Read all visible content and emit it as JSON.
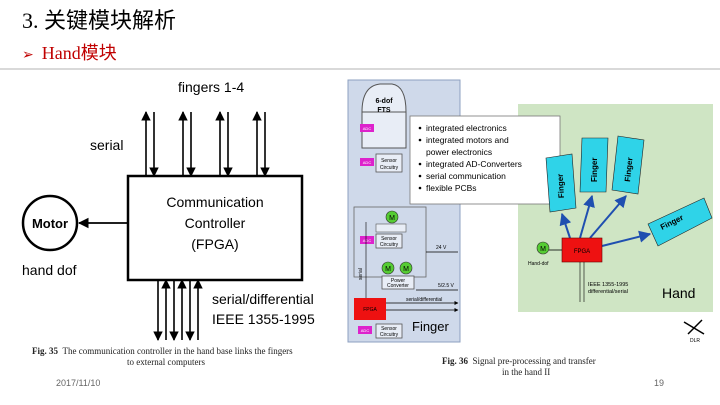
{
  "slide": {
    "title": "3. 关键模块解析",
    "subtitle": "Hand模块",
    "date": "2017/11/10",
    "page_number": "19"
  },
  "fig35": {
    "top_label": "fingers 1-4",
    "serial_label": "serial",
    "box_line1": "Communication",
    "box_line2": "Controller",
    "box_line3": "(FPGA)",
    "motor_label": "Motor",
    "hand_dof_label": "hand dof",
    "serial_diff_label": "serial/differential",
    "ieee_label": "IEEE 1355-1995",
    "caption_num": "Fig. 35",
    "caption_text": "The communication controller in the hand base links the fingers",
    "caption_text2": "to external computers"
  },
  "fig36": {
    "features": [
      "integrated electronics",
      "integrated motors and",
      "power electronics",
      "integrated AD-Converters",
      "serial communication",
      "flexible PCBs"
    ],
    "finger_panel_label": "Finger",
    "hand_panel_label": "Hand",
    "dof_label": "6-dof",
    "fts_label": "FTS",
    "adc_label": "ADC",
    "sensor_label": "Sensor",
    "circuitry_label": "Circuitry",
    "motor_m": "M",
    "power_label": "Power",
    "converter_label": "Converter",
    "v24_label": "24 V",
    "v5_label": "5/2.5 V",
    "serial_diff_label": "serial/differential",
    "serial_vert_label": "serial",
    "fpga_label": "FPGA",
    "finger_tab_label": "Finger",
    "hand_dof_label": "Hand-dof",
    "ieee_label": "IEEE 1355-1995",
    "diffserial_label": "differential/serial",
    "dlr_label": "DLR",
    "caption_num": "Fig. 36",
    "caption_text": "Signal pre-processing and transfer",
    "caption_text2": "in the hand II"
  },
  "colors": {
    "title_accent": "#c00000",
    "finger_panel_bg": "#cfd9ea",
    "hand_panel_bg": "#cfe5c4",
    "finger_tab_fill": "#2fd3e8",
    "fpga_fill": "#ee1111",
    "motor_green": "#55cc33",
    "adc_magenta": "#dd22cc"
  }
}
